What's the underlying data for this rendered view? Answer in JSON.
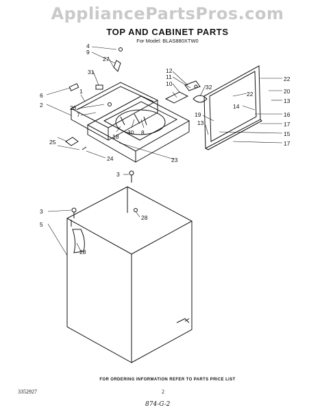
{
  "watermark": "AppliancePartsPros.com",
  "header": {
    "title": "TOP AND CABINET PARTS",
    "model": "For Model: BLAS880XTW0"
  },
  "callouts": {
    "c4": "4",
    "c9": "9",
    "c27": "27",
    "c31": "31",
    "c6": "6",
    "c1": "1",
    "c2": "2",
    "c26": "26",
    "c7": "7",
    "c30": "30",
    "c8": "8",
    "c18": "18",
    "c25": "25",
    "c24": "24",
    "c12": "12",
    "c11": "11",
    "c10": "10",
    "c32": "32",
    "c19": "19",
    "c13a": "13",
    "c22a": "22",
    "c22b": "22",
    "c20": "20",
    "c14": "14",
    "c13b": "13",
    "c16": "16",
    "c17a": "17",
    "c15": "15",
    "c17b": "17",
    "c3a": "3",
    "c28a": "28",
    "c3b": "3",
    "c5": "5",
    "c28b": "28",
    "c23": "23"
  },
  "footer": {
    "ordering_note": "FOR ORDERING INFORMATION REFER TO PARTS PRICE LIST",
    "doc_number": "3352927",
    "page": "2",
    "handwritten": "874-G-2"
  }
}
